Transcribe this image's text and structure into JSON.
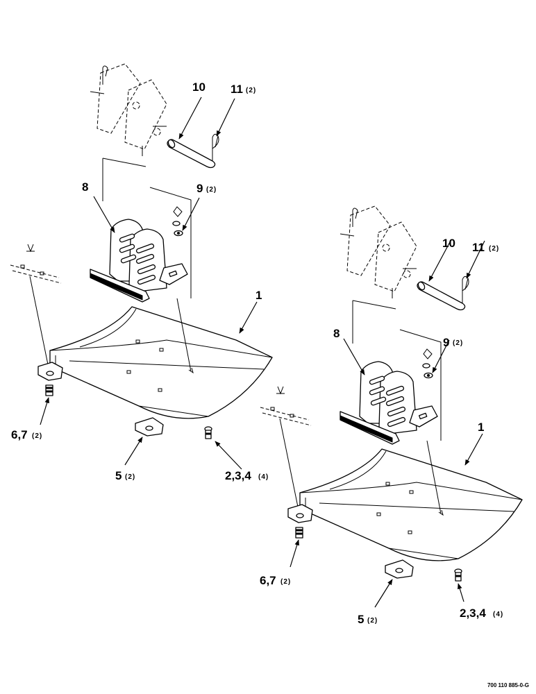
{
  "left_assembly": {
    "label_10": "10",
    "label_11": "11",
    "qty_11": "(2)",
    "label_8": "8",
    "label_9": "9",
    "qty_9": "(2)",
    "label_1": "1",
    "label_67": "6,7",
    "qty_67": "(2)",
    "label_5": "5",
    "qty_5": "(2)",
    "label_234": "2,3,4",
    "qty_234": "(4)"
  },
  "right_assembly": {
    "label_10": "10",
    "label_11": "11",
    "qty_11": "(2)",
    "label_8": "8",
    "label_9": "9",
    "qty_9": "(2)",
    "label_1": "1",
    "label_67": "6,7",
    "qty_67": "(2)",
    "label_5": "5",
    "qty_5": "(2)",
    "label_234": "2,3,4",
    "qty_234": "(4)"
  },
  "figure_number": "700 110 885-0-G"
}
